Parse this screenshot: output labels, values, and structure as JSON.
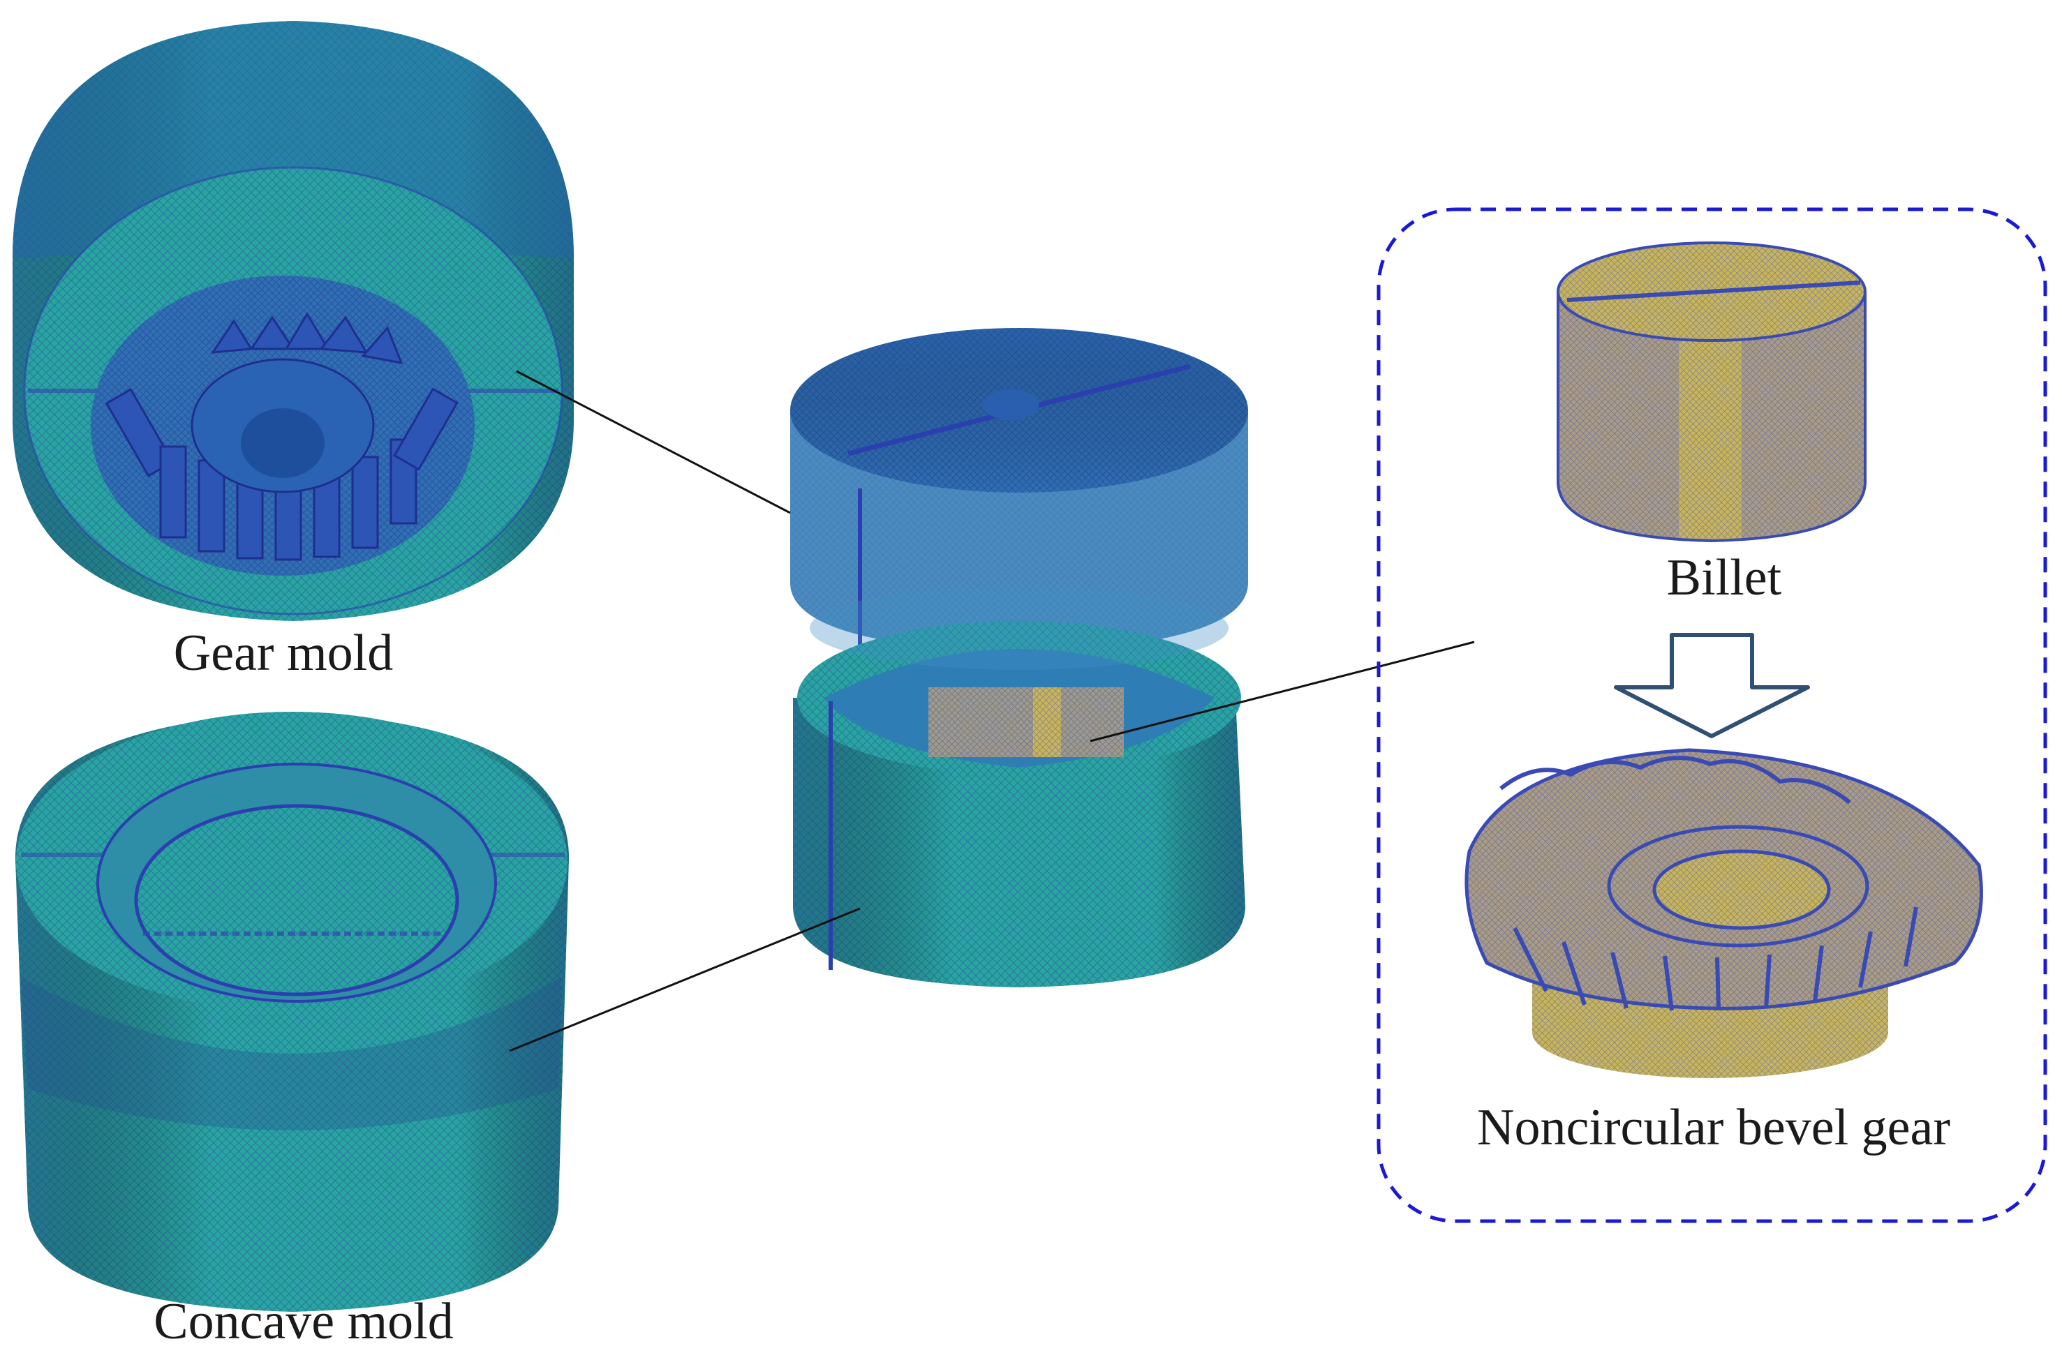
{
  "labels": {
    "gear_mold": "Gear mold",
    "concave_mold": "Concave mold",
    "billet": "Billet",
    "gear": "Noncircular bevel gear"
  },
  "colors": {
    "mesh_teal": "#2a9c9a",
    "mesh_dark": "#2b3fae",
    "mesh_edge": "#3a4ab5",
    "billet_yellow": "#c9b354",
    "billet_grey": "#a79a86",
    "box_dash": "#1a1ad6",
    "leader": "#111111",
    "arrow_stroke": "#2f4f73"
  }
}
